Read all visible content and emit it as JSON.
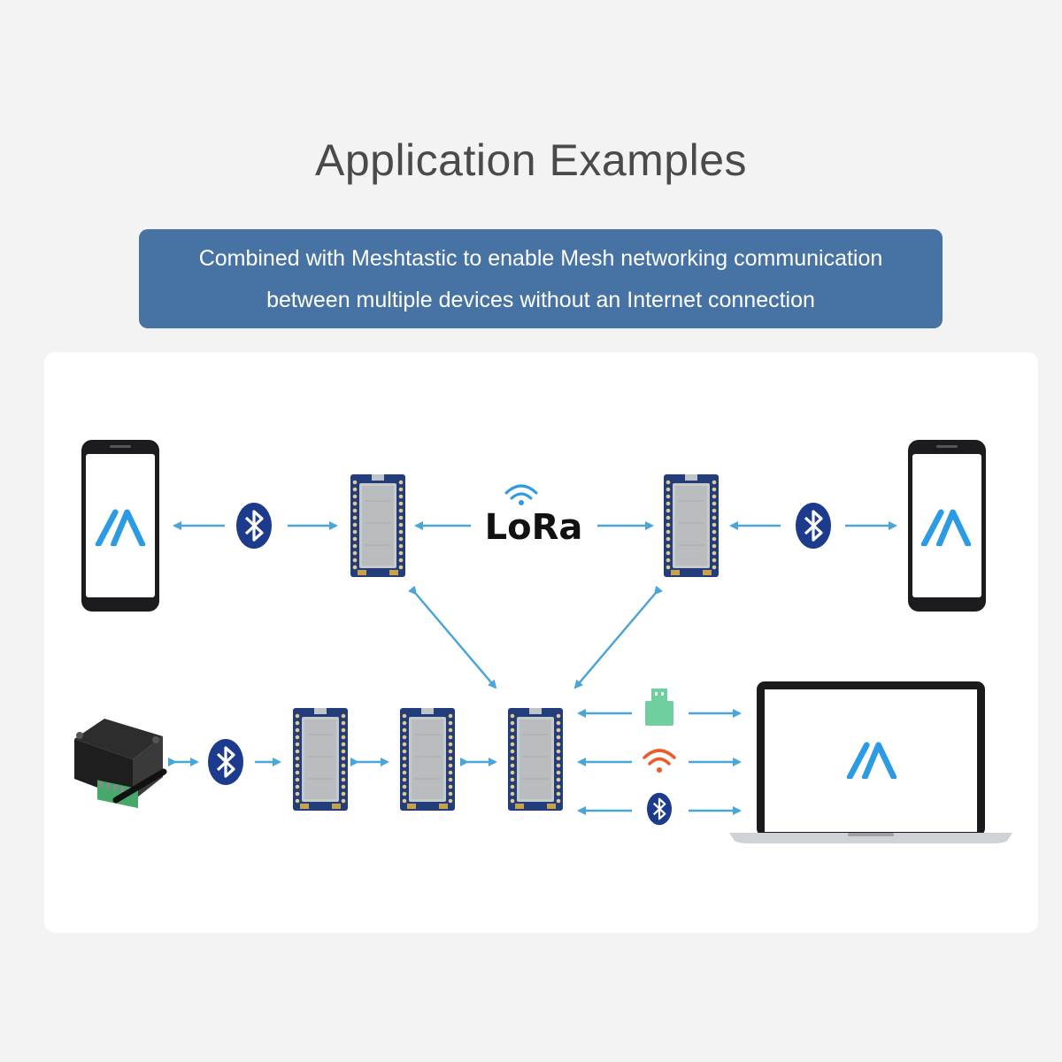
{
  "title": "Application Examples",
  "banner": {
    "line1": "Combined with Meshtastic to enable Mesh networking communication",
    "line2": "between multiple devices without an Internet connection"
  },
  "diagram": {
    "lora_label": "LoRa",
    "colors": {
      "arrow": "#4aa6d6",
      "bluetooth": "#1d3b8c",
      "banner": "#4673a3",
      "logo": "#2b9be3",
      "usb": "#6fcf9f",
      "wifi": "#ee5a2a"
    },
    "icons": [
      "phone-icon",
      "bluetooth-icon",
      "lora-board-icon",
      "lora-signal-icon",
      "relay-device-icon",
      "usb-icon",
      "wifi-icon",
      "laptop-icon",
      "meshtastic-logo-icon"
    ]
  }
}
